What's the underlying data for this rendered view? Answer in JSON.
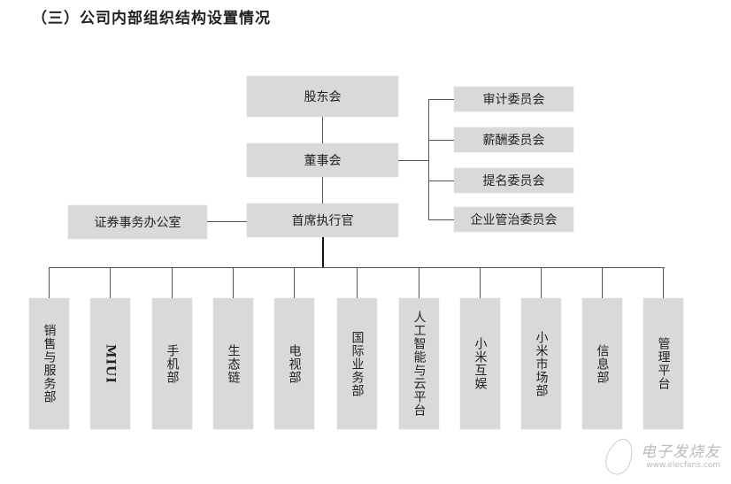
{
  "title": "（三）公司内部组织结构设置情况",
  "top": {
    "shareholders": "股东会",
    "board": "董事会",
    "ceo": "首席执行官",
    "securities_office": "证券事务办公室"
  },
  "committees": [
    "审计委员会",
    "薪酬委员会",
    "提名委员会",
    "企业管治委员会"
  ],
  "departments": [
    "销售与服务部",
    "MIUI",
    "手机部",
    "生态链",
    "电视部",
    "国际业务部",
    "人工智能与云平台",
    "小米互娱",
    "小米市场部",
    "信息部",
    "管理平台"
  ],
  "watermark": {
    "name": "电子发烧友",
    "url": "www.elecfans.com"
  },
  "colors": {
    "box": "#d9d9d9",
    "line": "#555555"
  }
}
